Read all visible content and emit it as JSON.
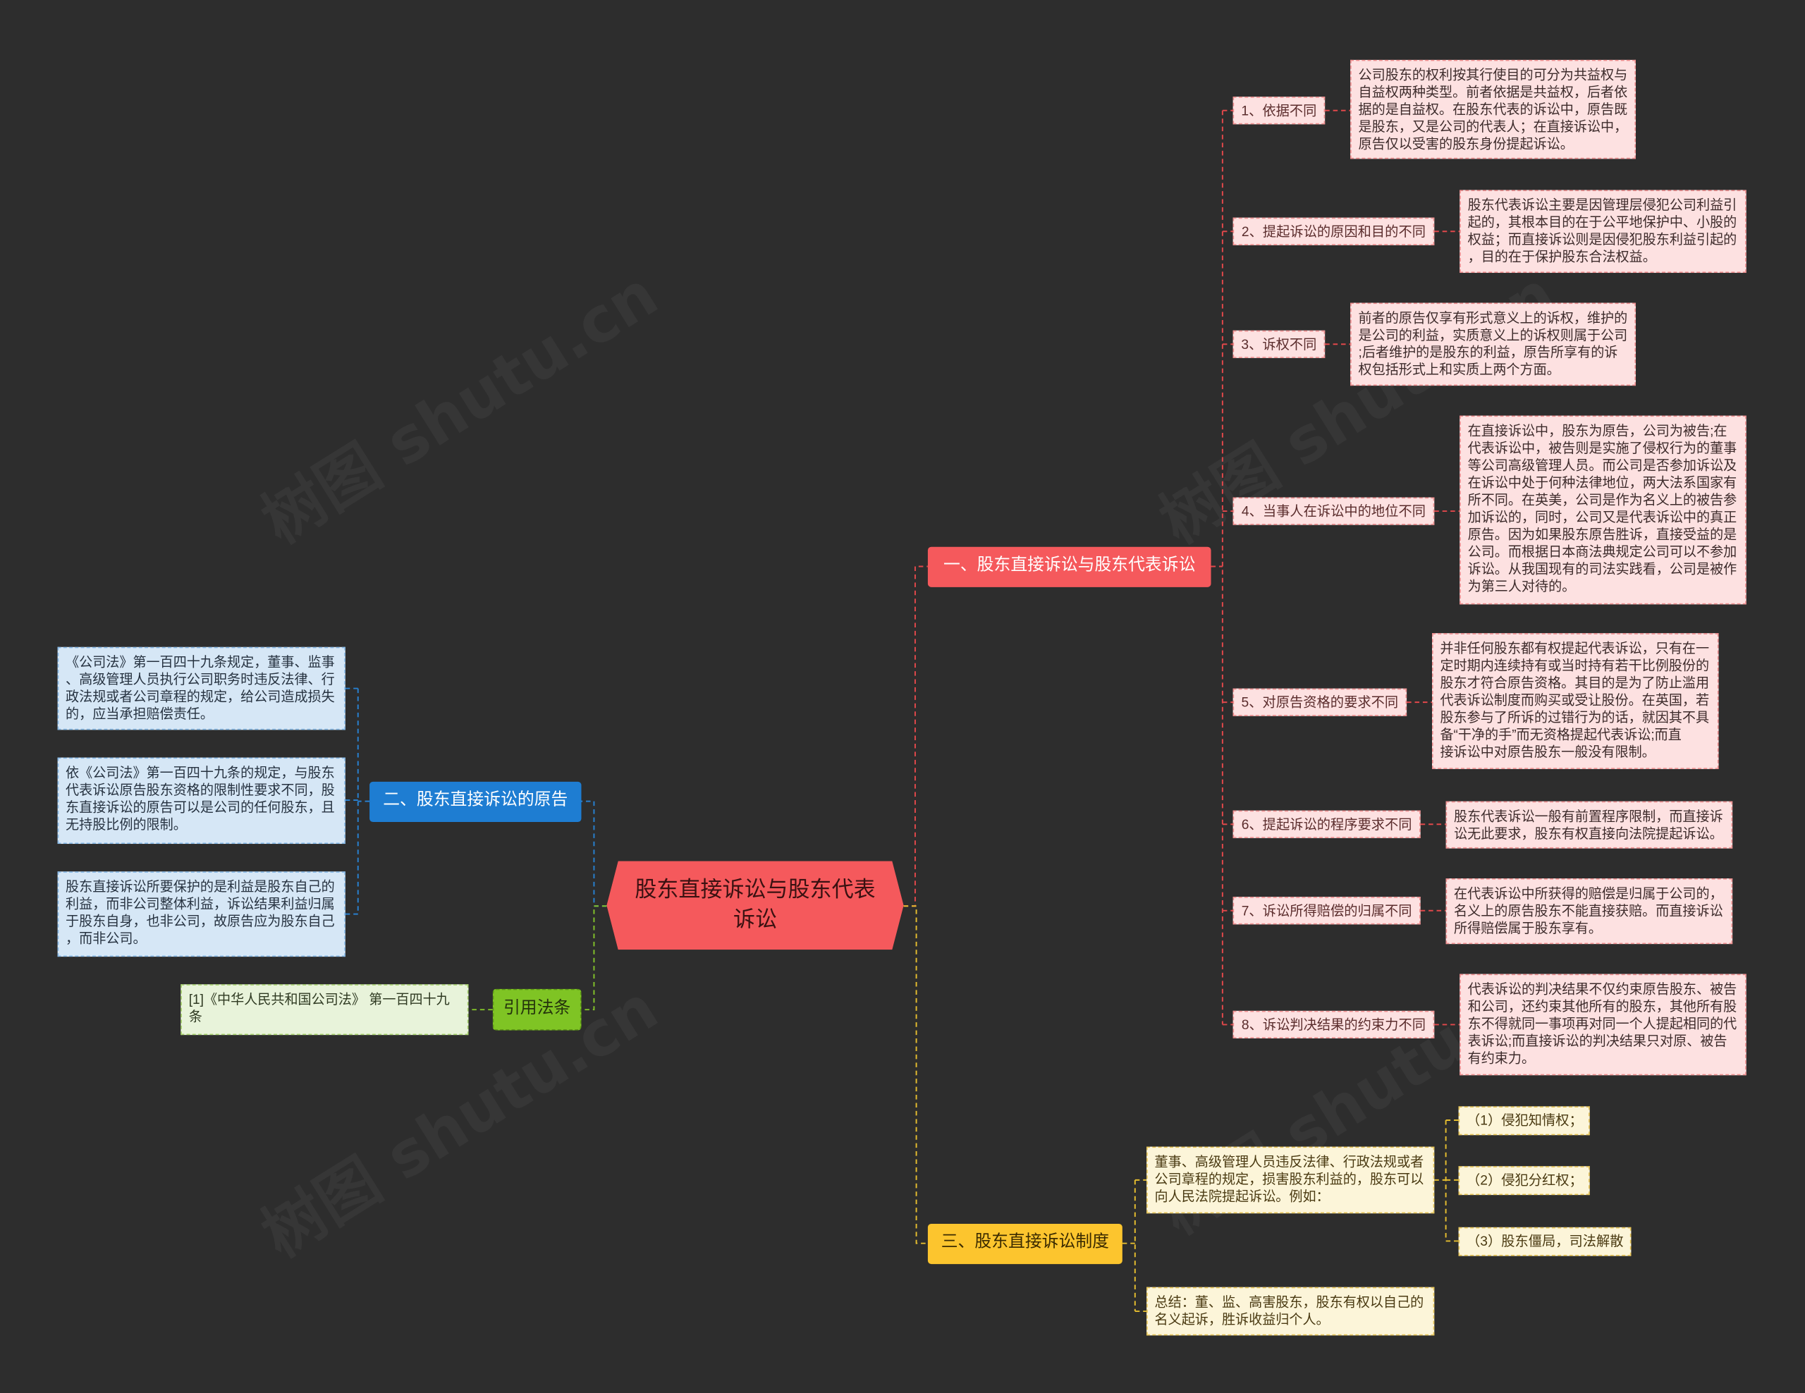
{
  "colors": {
    "background": "#2d2d2d",
    "central": "#f5595c",
    "branch_red": "#f5595c",
    "branch_blue": "#1e7dd2",
    "branch_yellow": "#fcc52e",
    "branch_green": "#7fc424",
    "detail_red": "#fde1e1",
    "detail_blue": "#d6e7f6",
    "detail_yellow": "#fcf5d9",
    "detail_green": "#e8f3da",
    "line_red": "#e2484b",
    "line_blue": "#2880d0",
    "line_yellow": "#e5bd2f",
    "line_green": "#82c22a"
  },
  "watermark": "树图 shutu.cn",
  "central": {
    "label": "股东直接诉讼与股东代表\n诉讼"
  },
  "branch1": {
    "label": "一、股东直接诉讼与股东代表诉讼",
    "items": [
      {
        "label": "1、依据不同",
        "detail": "公司股东的权利按其行使目的可分为共益权与\n自益权两种类型。前者依据是共益权，后者依\n据的是自益权。在股东代表的诉讼中，原告既\n是股东，又是公司的代表人；在直接诉讼中，\n原告仅以受害的股东身份提起诉讼。"
      },
      {
        "label": "2、提起诉讼的原因和目的不同",
        "detail": "股东代表诉讼主要是因管理层侵犯公司利益引\n起的，其根本目的在于公平地保护中、小股的\n权益；而直接诉讼则是因侵犯股东利益引起的\n，目的在于保护股东合法权益。"
      },
      {
        "label": "3、诉权不同",
        "detail": "前者的原告仅享有形式意义上的诉权，维护的\n是公司的利益，实质意义上的诉权则属于公司\n;后者维护的是股东的利益，原告所享有的诉\n权包括形式上和实质上两个方面。"
      },
      {
        "label": "4、当事人在诉讼中的地位不同",
        "detail": "在直接诉讼中，股东为原告，公司为被告;在\n代表诉讼中，被告则是实施了侵权行为的董事\n等公司高级管理人员。而公司是否参加诉讼及\n在诉讼中处于何种法律地位，两大法系国家有\n所不同。在英美，公司是作为名义上的被告参\n加诉讼的，同时，公司又是代表诉讼中的真正\n原告。因为如果股东原告胜诉，直接受益的是\n公司。而根据日本商法典规定公司可以不参加\n诉讼。从我国现有的司法实践看，公司是被作\n为第三人对待的。"
      },
      {
        "label": "5、对原告资格的要求不同",
        "detail": "并非任何股东都有权提起代表诉讼，只有在一\n定时期内连续持有或当时持有若干比例股份的\n股东才符合原告资格。其目的是为了防止滥用\n代表诉讼制度而购买或受让股份。在英国，若\n股东参与了所诉的过错行为的话，就因其不具\n备“干净的手”而无资格提起代表诉讼;而直\n接诉讼中对原告股东一般没有限制。"
      },
      {
        "label": "6、提起诉讼的程序要求不同",
        "detail": "股东代表诉讼一般有前置程序限制，而直接诉\n讼无此要求，股东有权直接向法院提起诉讼。"
      },
      {
        "label": "7、诉讼所得赔偿的归属不同",
        "detail": "在代表诉讼中所获得的赔偿是归属于公司的，\n名义上的原告股东不能直接获赔。而直接诉讼\n所得赔偿属于股东享有。"
      },
      {
        "label": "8、诉讼判决结果的约束力不同",
        "detail": "代表诉讼的判决结果不仅约束原告股东、被告\n和公司，还约束其他所有的股东，其他所有股\n东不得就同一事项再对同一个人提起相同的代\n表诉讼;而直接诉讼的判决结果只对原、被告\n有约束力。"
      }
    ]
  },
  "branch2": {
    "label": "二、股东直接诉讼的原告",
    "details": [
      "《公司法》第一百四十九条规定，董事、监事\n、高级管理人员执行公司职务时违反法律、行\n政法规或者公司章程的规定，给公司造成损失\n的，应当承担赔偿责任。",
      "依《公司法》第一百四十九条的规定，与股东\n代表诉讼原告股东资格的限制性要求不同，股\n东直接诉讼的原告可以是公司的任何股东，且\n无持股比例的限制。",
      "股东直接诉讼所要保护的是利益是股东自己的\n利益，而非公司整体利益，诉讼结果利益归属\n于股东自身，也非公司，故原告应为股东自己\n，而非公司。"
    ]
  },
  "branch3": {
    "label": "三、股东直接诉讼制度",
    "items": [
      {
        "detail": "董事、高级管理人员违反法律、行政法规或者\n公司章程的规定，损害股东利益的，股东可以\n向人民法院提起诉讼。例如：",
        "children": [
          "（1）侵犯知情权；",
          "（2）侵犯分红权；",
          "（3）股东僵局，司法解散"
        ]
      },
      {
        "detail": "总结：董、监、高害股东，股东有权以自己的\n名义起诉，胜诉收益归个人。"
      }
    ]
  },
  "citation": {
    "label": "引用法条",
    "details": [
      "[1]《中华人民共和国公司法》 第一百四十九\n条"
    ]
  }
}
